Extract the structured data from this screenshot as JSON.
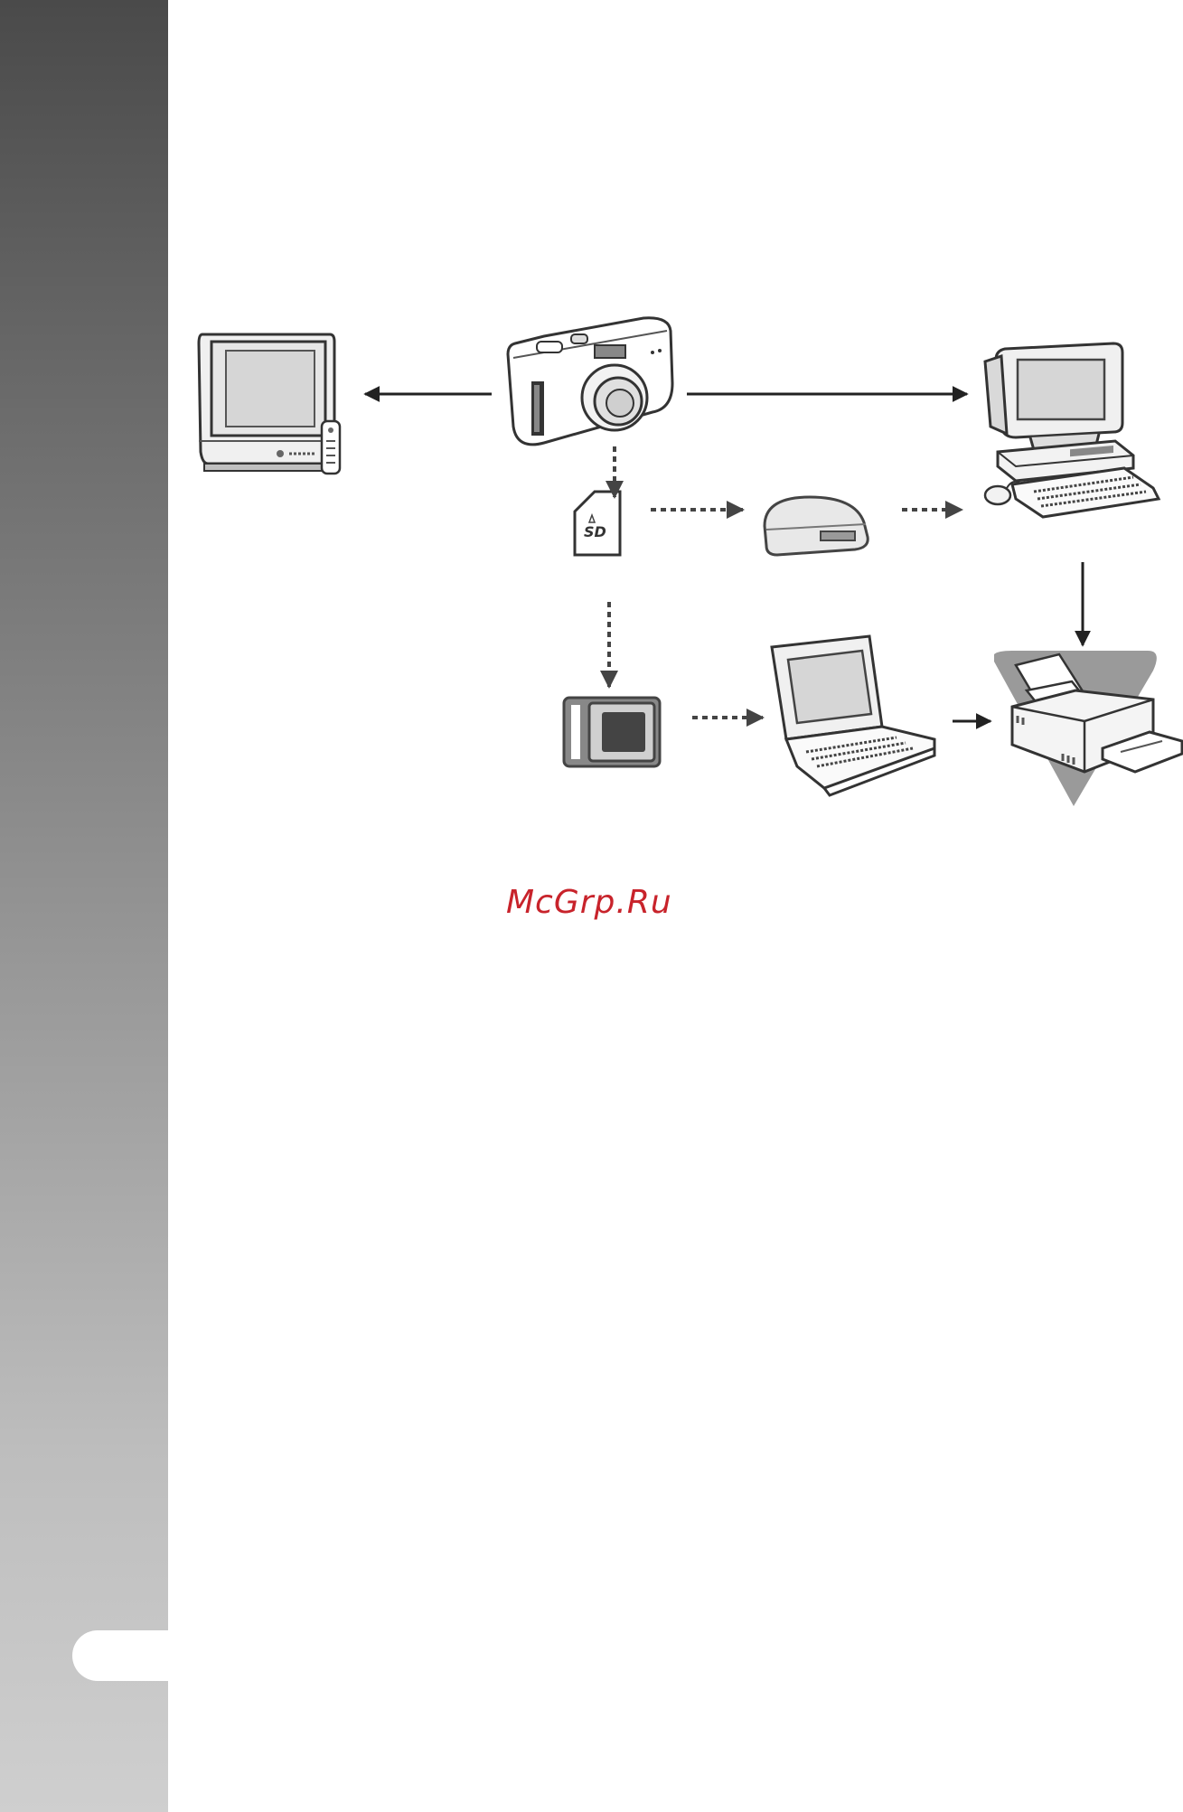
{
  "watermark": {
    "text": "McGrp.Ru"
  },
  "diagram": {
    "nodes": [
      {
        "id": "tv",
        "icon": "tv-icon"
      },
      {
        "id": "camera",
        "icon": "camera-icon"
      },
      {
        "id": "desktop",
        "icon": "desktop-computer-icon"
      },
      {
        "id": "sd-card",
        "icon": "sd-card-icon"
      },
      {
        "id": "card-reader",
        "icon": "card-reader-icon"
      },
      {
        "id": "pc-card-adapter",
        "icon": "pc-card-adapter-icon"
      },
      {
        "id": "laptop",
        "icon": "laptop-icon"
      },
      {
        "id": "printer",
        "icon": "printer-icon"
      }
    ],
    "edges": [
      {
        "from": "camera",
        "to": "tv",
        "style": "solid"
      },
      {
        "from": "camera",
        "to": "desktop",
        "style": "solid"
      },
      {
        "from": "camera",
        "to": "sd-card",
        "style": "dashed"
      },
      {
        "from": "sd-card",
        "to": "card-reader",
        "style": "dashed"
      },
      {
        "from": "card-reader",
        "to": "desktop",
        "style": "dashed"
      },
      {
        "from": "sd-card",
        "to": "pc-card-adapter",
        "style": "dashed"
      },
      {
        "from": "pc-card-adapter",
        "to": "laptop",
        "style": "dashed"
      },
      {
        "from": "laptop",
        "to": "printer",
        "style": "solid"
      },
      {
        "from": "desktop",
        "to": "printer",
        "style": "solid"
      }
    ]
  }
}
